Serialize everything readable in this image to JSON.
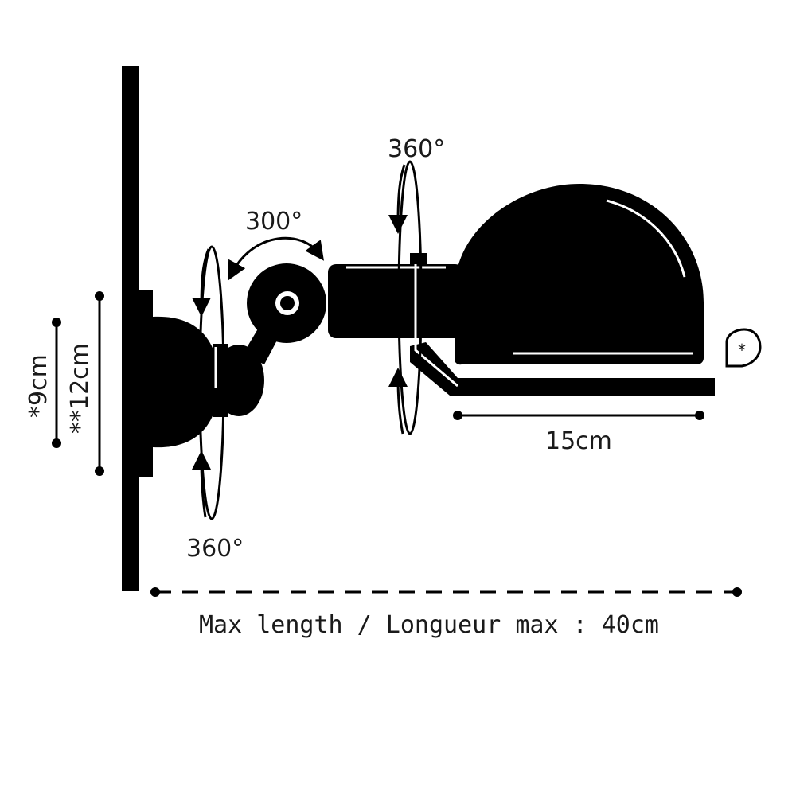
{
  "labels": {
    "rotation_top": "360°",
    "rotation_joint": "300°",
    "rotation_bottom": "360°",
    "shade_length": "15cm",
    "base_small": "*9cm",
    "base_large": "**12cm",
    "max_length": "Max length / Longueur max : 40cm"
  },
  "colors": {
    "ink": "#000000",
    "background": "#ffffff"
  },
  "icons": {
    "bulb": "bulb-icon"
  }
}
